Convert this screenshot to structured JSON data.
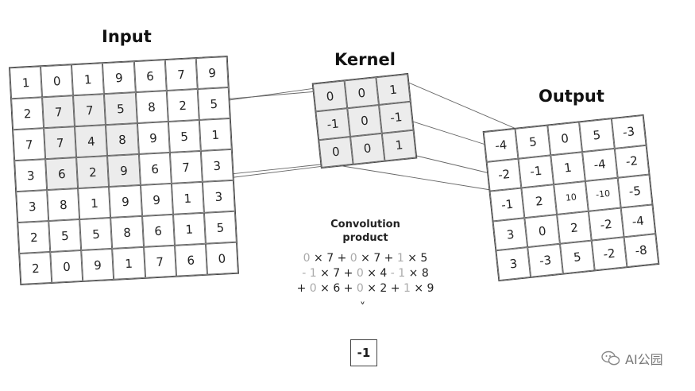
{
  "titles": {
    "input": "Input",
    "kernel": "Kernel",
    "output": "Output"
  },
  "input": [
    [
      1,
      0,
      1,
      9,
      6,
      7,
      9
    ],
    [
      2,
      7,
      7,
      5,
      8,
      2,
      5
    ],
    [
      7,
      7,
      4,
      8,
      9,
      5,
      1
    ],
    [
      3,
      6,
      2,
      9,
      6,
      7,
      3
    ],
    [
      3,
      8,
      1,
      9,
      9,
      1,
      3
    ],
    [
      2,
      5,
      5,
      8,
      6,
      1,
      5
    ],
    [
      2,
      0,
      9,
      1,
      7,
      6,
      0
    ]
  ],
  "kernel": [
    [
      0,
      0,
      1
    ],
    [
      -1,
      0,
      -1
    ],
    [
      0,
      0,
      1
    ]
  ],
  "output": [
    [
      -4,
      5,
      0,
      5,
      -3
    ],
    [
      -2,
      -1,
      1,
      -4,
      -2
    ],
    [
      -1,
      2,
      10,
      -10,
      -5
    ],
    [
      3,
      0,
      2,
      -2,
      -4
    ],
    [
      3,
      -3,
      5,
      -2,
      -8
    ]
  ],
  "caption": {
    "line1": "Convolution",
    "line2": "product"
  },
  "formula": [
    [
      {
        "t": "0",
        "g": true
      },
      {
        "t": " × 7 + ",
        "g": false
      },
      {
        "t": "0",
        "g": true
      },
      {
        "t": " × 7 + ",
        "g": false
      },
      {
        "t": "1",
        "g": true
      },
      {
        "t": " × 5",
        "g": false
      }
    ],
    [
      {
        "t": "- 1",
        "g": true
      },
      {
        "t": " × 7 + ",
        "g": false
      },
      {
        "t": "0",
        "g": true
      },
      {
        "t": " × 4 ",
        "g": false
      },
      {
        "t": "- 1",
        "g": true
      },
      {
        "t": " × 8",
        "g": false
      }
    ],
    [
      {
        "t": "+ ",
        "g": false
      },
      {
        "t": "0",
        "g": true
      },
      {
        "t": " × 6 + ",
        "g": false
      },
      {
        "t": "0",
        "g": true
      },
      {
        "t": " × 2 + ",
        "g": false
      },
      {
        "t": "1",
        "g": true
      },
      {
        "t": " × 9",
        "g": false
      }
    ]
  ],
  "chevron": "˅",
  "result": "-1",
  "watermark": "AI公园"
}
